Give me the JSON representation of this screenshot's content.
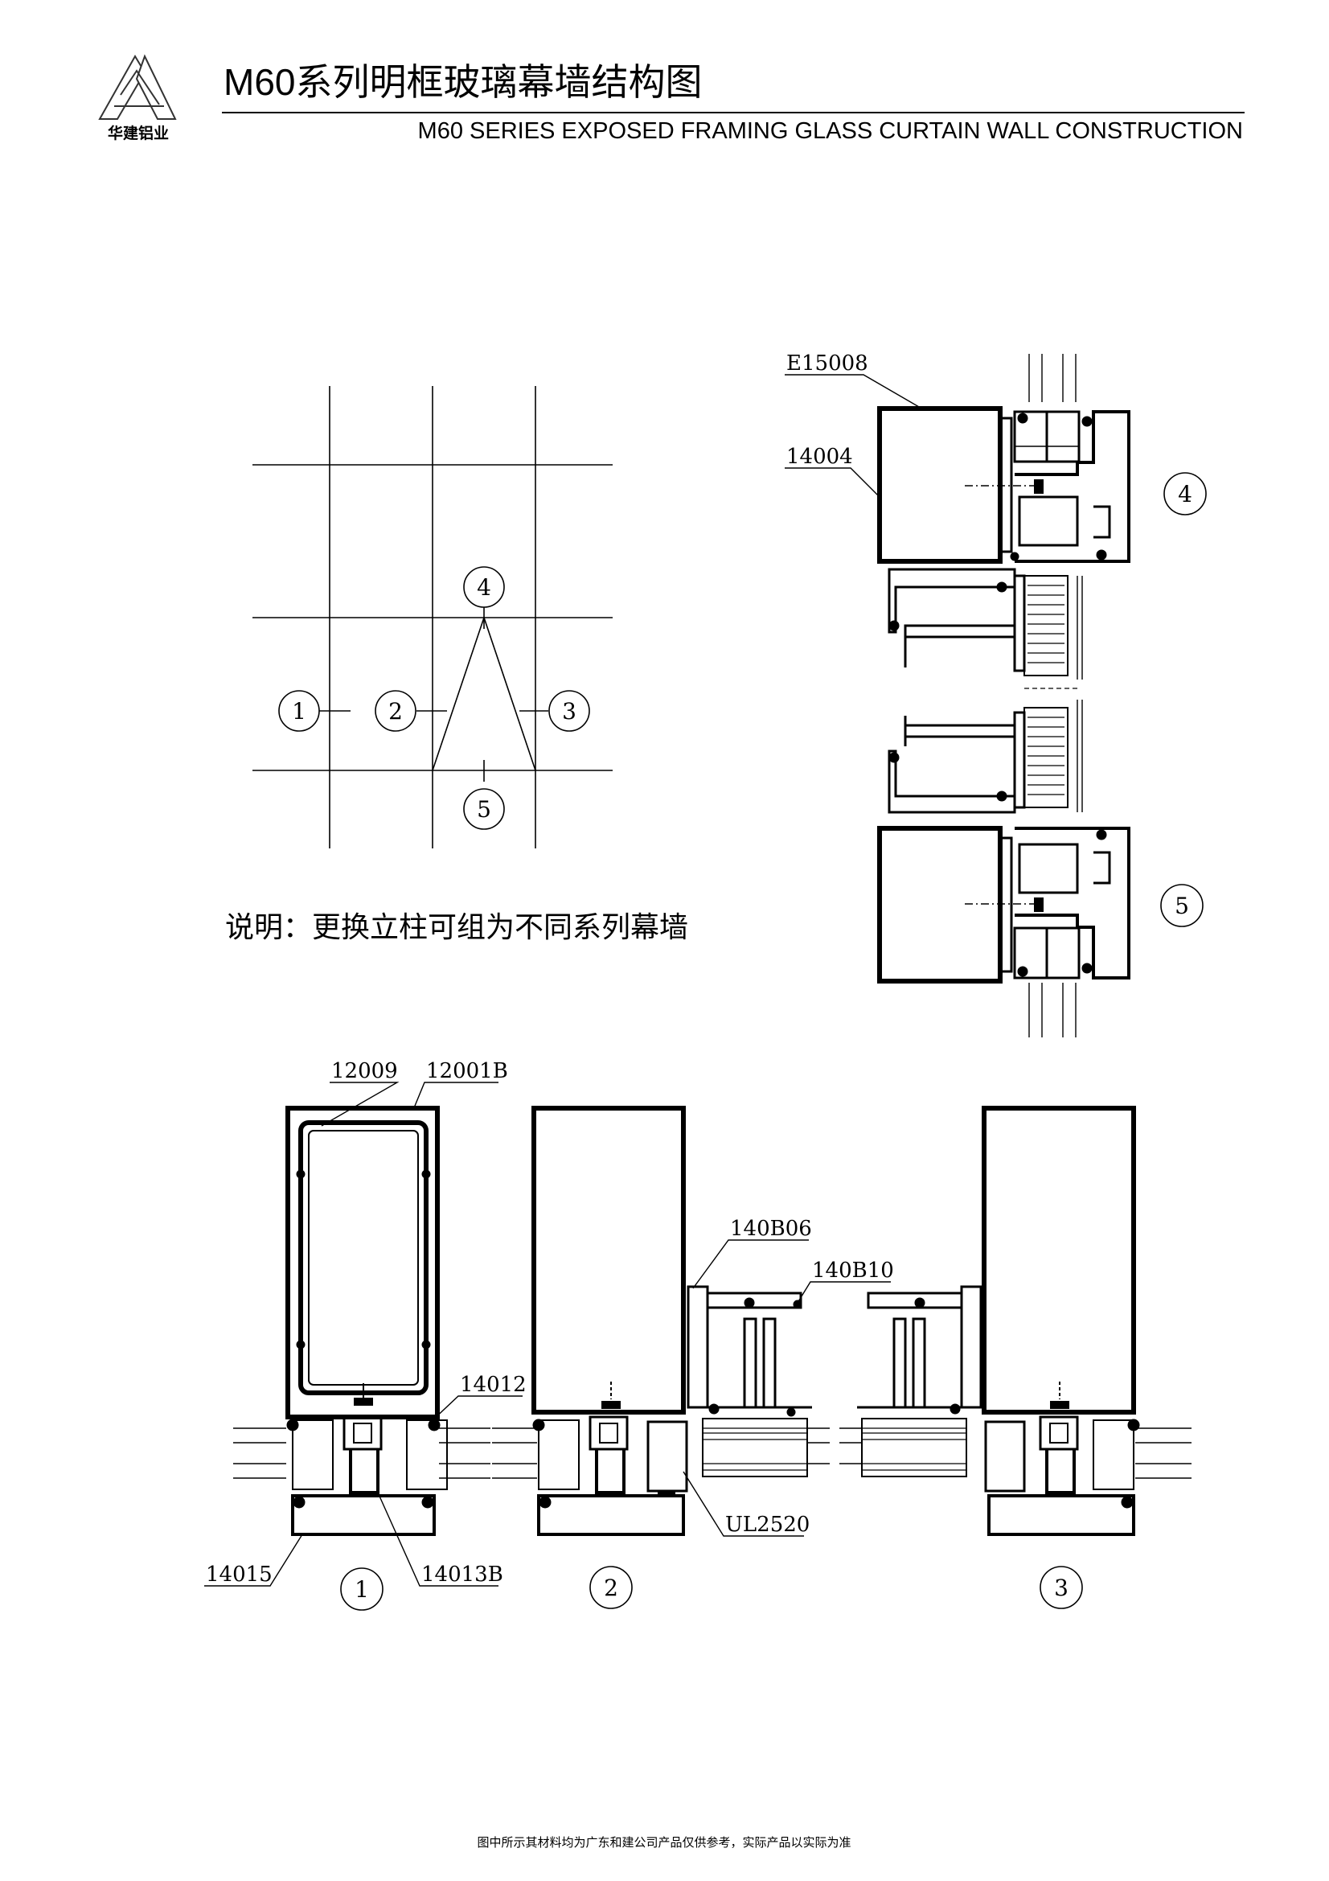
{
  "header": {
    "title_cn": "M60系列明框玻璃幕墙结构图",
    "title_en": "M60  SERIES EXPOSED FRAMING GLASS CURTAIN WALL CONSTRUCTION",
    "logo_text": "华建铝业"
  },
  "elevation": {
    "markers": [
      "1",
      "2",
      "3",
      "4",
      "5"
    ],
    "note": "说明：更换立柱可组为不同系列幕墙"
  },
  "section_vertical": {
    "parts": [
      "E15008",
      "14004"
    ],
    "markers": [
      "4",
      "5"
    ]
  },
  "section_horizontal": {
    "parts": [
      "12009",
      "12001B",
      "14012",
      "14015",
      "14013B",
      "140B06",
      "140B10",
      "UL2520"
    ],
    "markers": [
      "1",
      "2",
      "3"
    ]
  },
  "footer": {
    "note": "图中所示其材料均为广东和建公司产品仅供参考，实际产品以实际为准"
  }
}
